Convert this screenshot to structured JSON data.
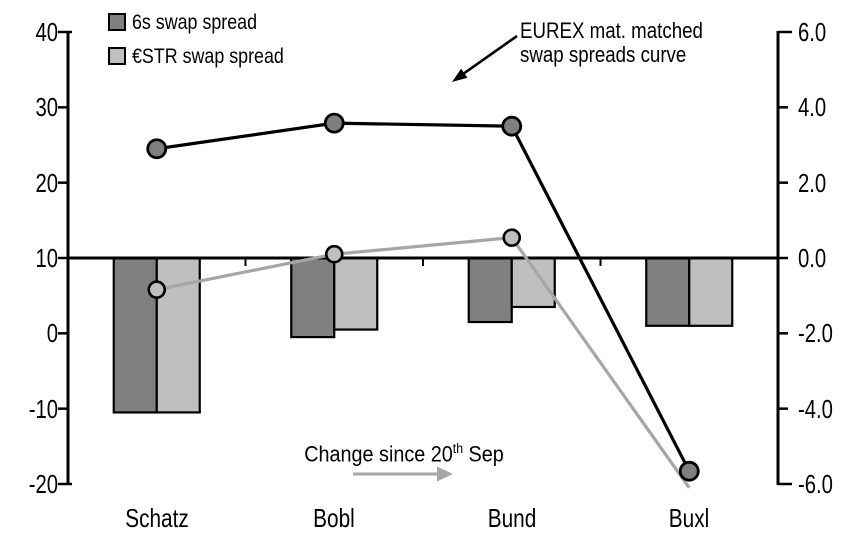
{
  "chart_data": {
    "type": "combo_bar_line",
    "categories": [
      "Schatz",
      "Bobl",
      "Bund",
      "Buxl"
    ],
    "left_axis": {
      "tick_labels": [
        "40",
        "30",
        "20",
        "10",
        "0",
        "-10",
        "-20"
      ],
      "min": -20,
      "max": 40
    },
    "right_axis": {
      "tick_labels": [
        "6.0",
        "4.0",
        "2.0",
        "0.0",
        "-2.0",
        "-4.0",
        "-6.0"
      ],
      "min": -6.0,
      "max": 6.0
    },
    "legend": [
      {
        "label": "6s swap spread",
        "color": "#808080"
      },
      {
        "label": "€STR swap spread",
        "color": "#bfbfbf"
      }
    ],
    "bar_series": [
      {
        "name": "6s swap spread",
        "axis": "right",
        "color": "#808080",
        "values": [
          -4.1,
          -2.1,
          -1.7,
          -1.8
        ]
      },
      {
        "name": "€STR swap spread",
        "axis": "right",
        "color": "#bfbfbf",
        "values": [
          -4.1,
          -1.9,
          -1.3,
          -1.8
        ]
      }
    ],
    "line_series": [
      {
        "name": "6s swap spread curve",
        "axis": "left",
        "color": "#000000",
        "marker_fill": "#7f7f7f",
        "values": [
          24.5,
          27.9,
          27.5,
          -18.3
        ]
      },
      {
        "name": "€STR swap spread curve",
        "axis": "left",
        "color": "#a6a6a6",
        "marker_fill": "#bfbfbf",
        "values": [
          5.8,
          10.5,
          12.7,
          -20.5
        ],
        "last_marker_hidden": true
      }
    ],
    "annotations": {
      "curve_label_line1": "EUREX mat. matched",
      "curve_label_line2": "swap spreads curve",
      "change_prefix": "Change since 20",
      "change_sup": "th",
      "change_suffix": " Sep"
    }
  }
}
